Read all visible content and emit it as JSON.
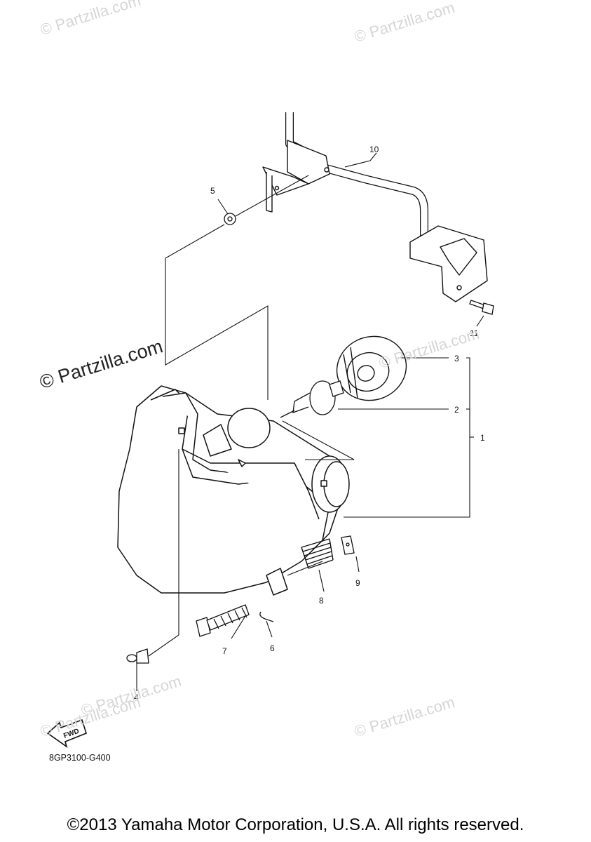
{
  "watermarks": {
    "main": "© Partzilla.com",
    "faint": "© Partzilla.com"
  },
  "callouts": {
    "c1": "1",
    "c2": "2",
    "c3": "3",
    "c4": "4",
    "c5": "5",
    "c6": "6",
    "c7": "7",
    "c8": "8",
    "c9": "9",
    "c10": "10",
    "c11": "11"
  },
  "fwd_badge": "FWD",
  "diagram_code": "8GP3100-G400",
  "copyright": "©2013 Yamaha Motor Corporation, U.S.A. All rights reserved.",
  "colors": {
    "line": "#111111",
    "watermark": "#d6d6d6"
  }
}
